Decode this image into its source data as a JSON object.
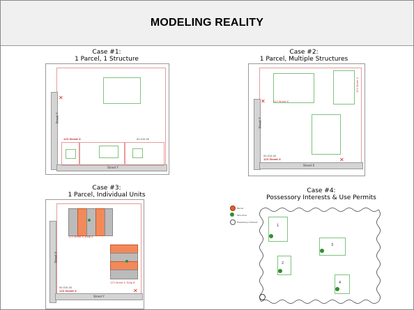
{
  "header": {
    "title": "MODELING REALITY"
  },
  "cases": [
    {
      "title_line1": "Case #1:",
      "title_line2": "1 Parcel, 1 Structure",
      "street": "Street Y",
      "street2": "Street Y",
      "address": "123 Street X",
      "id": "00-010-00"
    },
    {
      "title_line1": "Case #2:",
      "title_line2": "1 Parcel, Multiple Structures",
      "street": "Street Y",
      "street2": "Street X",
      "address": "123 Street X",
      "address2": "123 Street X",
      "id": "00-010-00"
    },
    {
      "title_line1": "Case #3:",
      "title_line2": "1 Parcel, Individual Units",
      "street": "Street X",
      "street2": "Street Y",
      "address": "123 Street X, Bldg A",
      "address2": "123 Street X, Bldg B",
      "address3": "123 Street X",
      "id": "00-010-00"
    },
    {
      "title_line1": "Case #4:",
      "title_line2": "Possessory Interests & Use Permits",
      "legend": [
        "Parcel",
        "Structure",
        "Possessory interest"
      ],
      "labels": [
        "1",
        "2",
        "3",
        "4"
      ]
    }
  ],
  "colors": {
    "parcel_line": "#e89a9a",
    "structure": "#7fc27f",
    "unit": "#f2895a",
    "street": "#d4d4d4",
    "header_bg": "#f0f0f0"
  }
}
